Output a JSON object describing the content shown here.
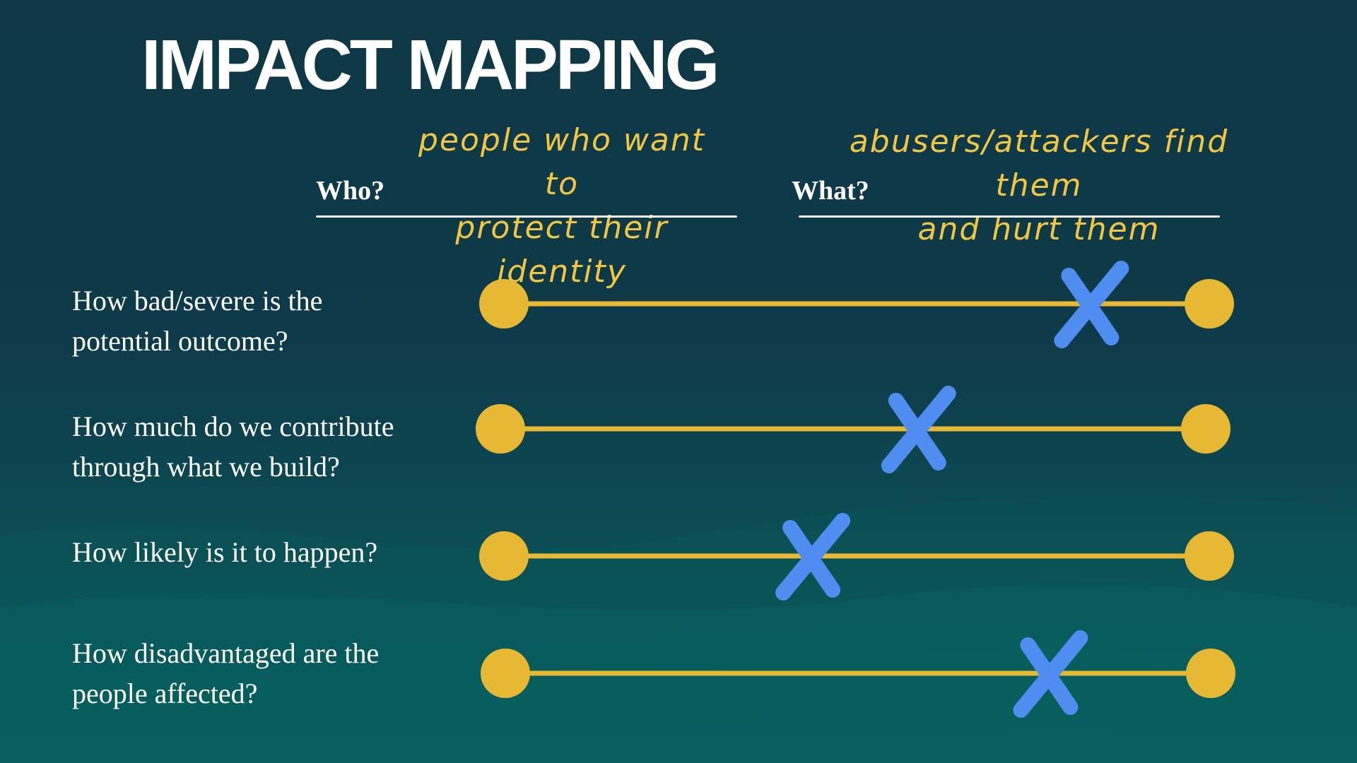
{
  "title": "IMPACT MAPPING",
  "who": {
    "label": "Who?",
    "answer_line1": "people who want to",
    "answer_line2": "protect their identity"
  },
  "what": {
    "label": "What?",
    "answer_line1": "abusers/attackers find them",
    "answer_line2": "and hurt them"
  },
  "colors": {
    "scale_yellow": "#e7b833",
    "marker_blue": "#4f8ef0",
    "text_white": "#ffffff",
    "handwriting_yellow": "#f1c644"
  },
  "scales": [
    {
      "question_line1": "How bad/severe is the",
      "question_line2": "potential outcome?",
      "level": 0.835
    },
    {
      "question_line1": "How much do we contribute",
      "question_line2": "through what we build?",
      "level": 0.595
    },
    {
      "question_line1": "How likely is it to happen?",
      "question_line2": "",
      "level": 0.44
    },
    {
      "question_line1": "How disadvantaged are the",
      "question_line2": "people affected?",
      "level": 0.775
    }
  ]
}
